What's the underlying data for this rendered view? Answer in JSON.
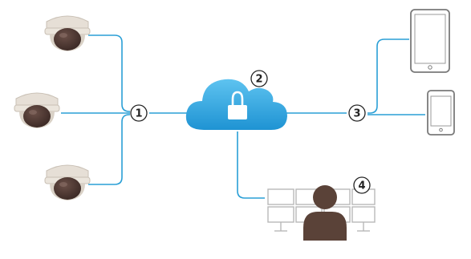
{
  "colors": {
    "connector": "#2a9fd6",
    "cloud_top": "#5ec3f0",
    "cloud_bottom": "#1f93d3",
    "camera_shell": "#e6dfd6",
    "camera_dark": "#4f3a34",
    "device_outline": "#7a7a7a",
    "person": "#5a4238",
    "monitor_outline": "#b8b8b8"
  },
  "icons": {
    "cameras": "dome-camera-icon",
    "cloud": "cloud-icon",
    "lock": "lock-icon",
    "tablet": "tablet-icon",
    "phone": "smartphone-icon",
    "monitors": "monitor-wall-icon",
    "person": "person-icon"
  },
  "callouts": {
    "one": "1",
    "two": "2",
    "three": "3",
    "four": "4"
  }
}
